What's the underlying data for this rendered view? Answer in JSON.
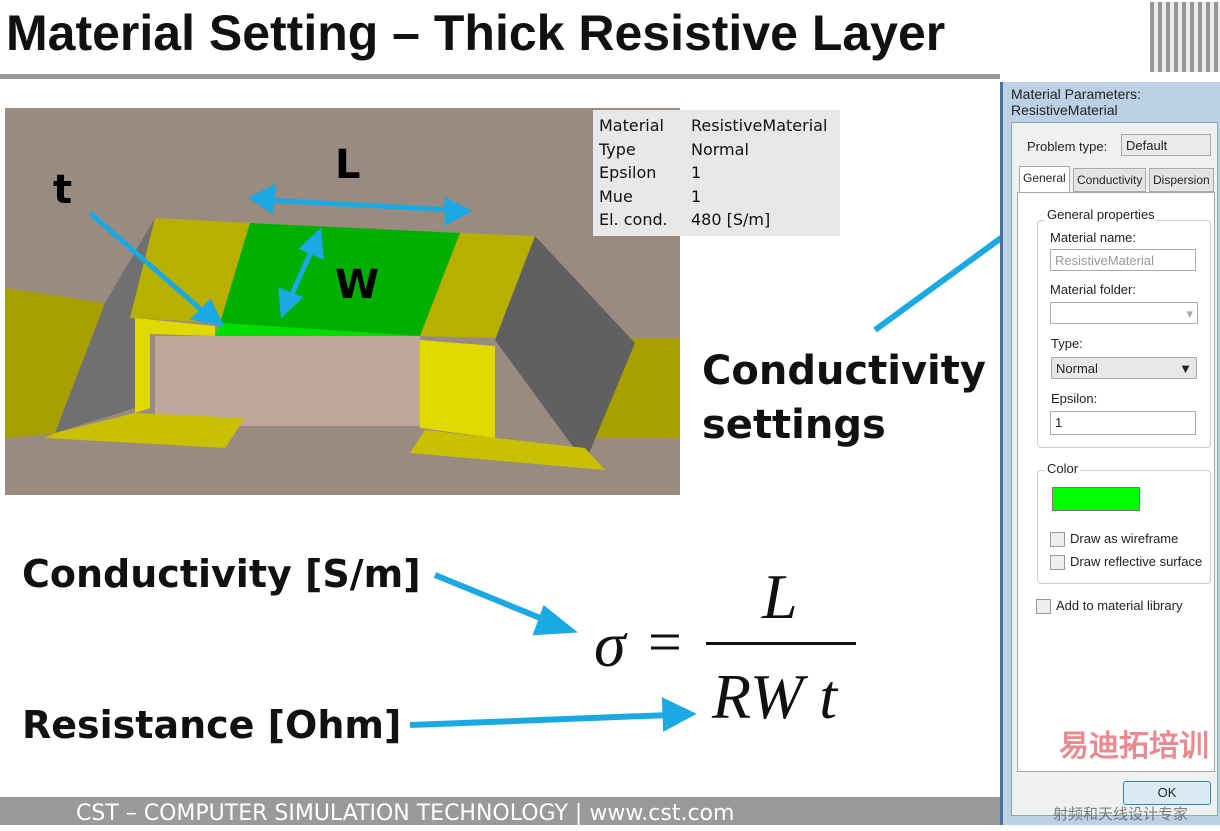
{
  "title": "Material Setting – Thick Resistive Layer",
  "model_labels": {
    "t": "t",
    "L": "L",
    "W": "W"
  },
  "properties": [
    {
      "key": "Material",
      "value": "ResistiveMaterial"
    },
    {
      "key": "Type",
      "value": "Normal"
    },
    {
      "key": "Epsilon",
      "value": "1"
    },
    {
      "key": "Mue",
      "value": "1"
    },
    {
      "key": "El. cond.",
      "value": "480 [S/m]"
    }
  ],
  "callouts": {
    "conductivity_settings_1": "Conductivity",
    "conductivity_settings_2": "settings",
    "conductivity_unit": "Conductivity [S/m]",
    "resistance_unit": "Resistance [Ohm]"
  },
  "formula": {
    "lhs": "σ",
    "eq": "=",
    "numerator": "L",
    "denominator": "RW t"
  },
  "footer": "CST – COMPUTER SIMULATION TECHNOLOGY | www.cst.com",
  "dialog": {
    "title": "Material Parameters: ResistiveMaterial",
    "problem_type_label": "Problem type:",
    "problem_type_value": "Default",
    "tabs": [
      "General",
      "Conductivity",
      "Dispersion"
    ],
    "group_general": "General properties",
    "material_name_label": "Material name:",
    "material_name_value": "ResistiveMaterial",
    "material_folder_label": "Material folder:",
    "type_label": "Type:",
    "type_value": "Normal",
    "epsilon_label": "Epsilon:",
    "epsilon_value": "1",
    "group_color": "Color",
    "color_swatch": "#00ff00",
    "wireframe_label": "Draw as wireframe",
    "reflective_label": "Draw reflective surface",
    "library_label": "Add to material library",
    "ok_label": "OK"
  },
  "watermark": {
    "line1": "易迪拓培训",
    "line2": "射频和天线设计专家"
  },
  "accent": "#1aa9e3"
}
